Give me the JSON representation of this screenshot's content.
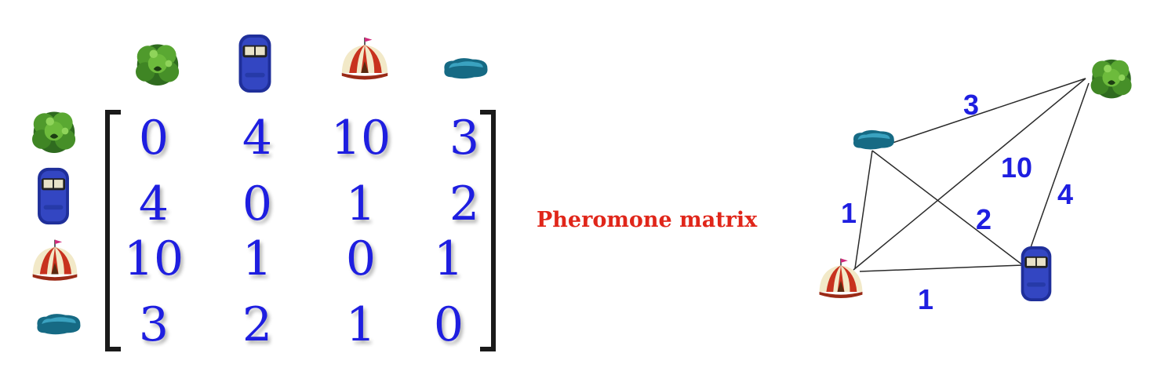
{
  "title": "Pheromone matrix",
  "icons": [
    "tree-icon",
    "car-icon",
    "tent-icon",
    "pond-icon"
  ],
  "matrix": [
    [
      "0",
      "4",
      "10",
      "3"
    ],
    [
      "4",
      "0",
      "1",
      "2"
    ],
    [
      "10",
      "1",
      "0",
      "1"
    ],
    [
      "3",
      "2",
      "1",
      "0"
    ]
  ],
  "graph": {
    "edges": [
      {
        "from": "pond",
        "to": "tree",
        "weight": "3"
      },
      {
        "from": "tent",
        "to": "tree",
        "weight": "10"
      },
      {
        "from": "car",
        "to": "tree",
        "weight": "4"
      },
      {
        "from": "pond",
        "to": "tent",
        "weight": "1"
      },
      {
        "from": "pond",
        "to": "car",
        "weight": "2"
      },
      {
        "from": "tent",
        "to": "car",
        "weight": "1"
      }
    ]
  },
  "colors": {
    "numbers": "#1e1ee0",
    "title": "#e0261a",
    "edges": "#2a2a2a"
  }
}
